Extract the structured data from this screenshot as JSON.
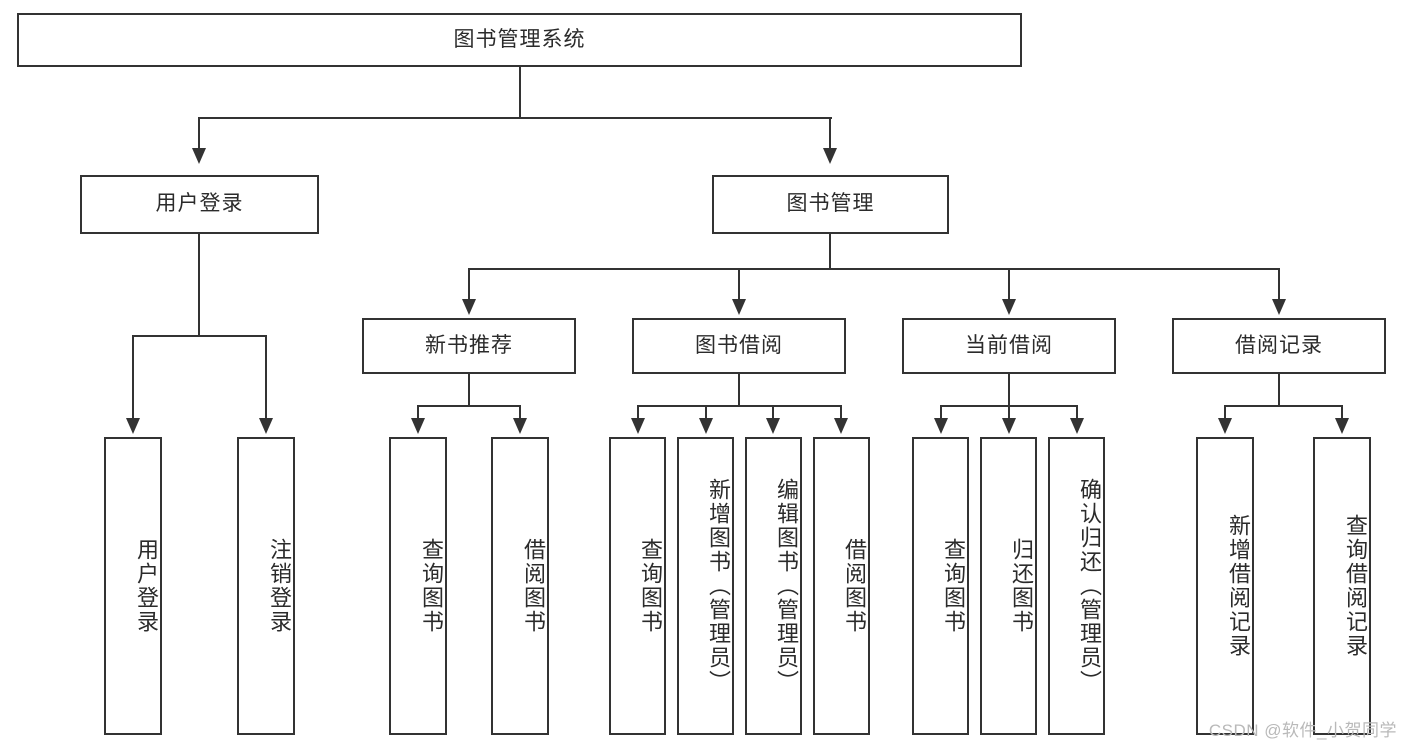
{
  "diagram": {
    "title": "图书管理系统",
    "type": "tree-hierarchy",
    "watermark": "CSDN @软件_小贺同学",
    "colors": {
      "stroke": "#333333",
      "text": "#2b2b2b",
      "background": "#ffffff",
      "watermark": "#b9b9b9"
    }
  },
  "root": {
    "label": "图书管理系统"
  },
  "level2": [
    {
      "label": "用户登录"
    },
    {
      "label": "图书管理"
    }
  ],
  "level3": [
    {
      "label": "新书推荐"
    },
    {
      "label": "图书借阅"
    },
    {
      "label": "当前借阅"
    },
    {
      "label": "借阅记录"
    }
  ],
  "leaves": {
    "user_login": [
      {
        "label": "用户登录"
      },
      {
        "label": "注销登录"
      }
    ],
    "new_book": [
      {
        "label": "查询图书"
      },
      {
        "label": "借阅图书"
      }
    ],
    "book_borrow": [
      {
        "label": "查询图书"
      },
      {
        "label": "新增图书（管理员）"
      },
      {
        "label": "编辑图书（管理员）"
      },
      {
        "label": "借阅图书"
      }
    ],
    "current_borrow": [
      {
        "label": "查询图书"
      },
      {
        "label": "归还图书"
      },
      {
        "label": "确认归还（管理员）"
      }
    ],
    "borrow_record": [
      {
        "label": "新增借阅记录"
      },
      {
        "label": "查询借阅记录"
      }
    ]
  }
}
